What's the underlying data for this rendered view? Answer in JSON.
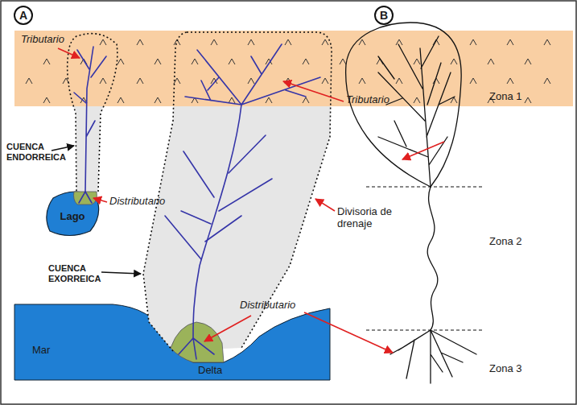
{
  "diagram": {
    "nodes": [
      {
        "text": [
          "A"
        ]
      },
      {
        "text": [
          "B"
        ]
      },
      {
        "text": [
          "Lago"
        ]
      }
    ],
    "labels": [
      "Tributario",
      "Tributario",
      "CUENCA ENDORREICA",
      "Distributario",
      "Divisoria de drenaje",
      "CUENCA EXORREICA",
      "Distributario",
      "Mar",
      "Delta",
      "Zona 1",
      "Zona 2",
      "Zona 3"
    ]
  }
}
